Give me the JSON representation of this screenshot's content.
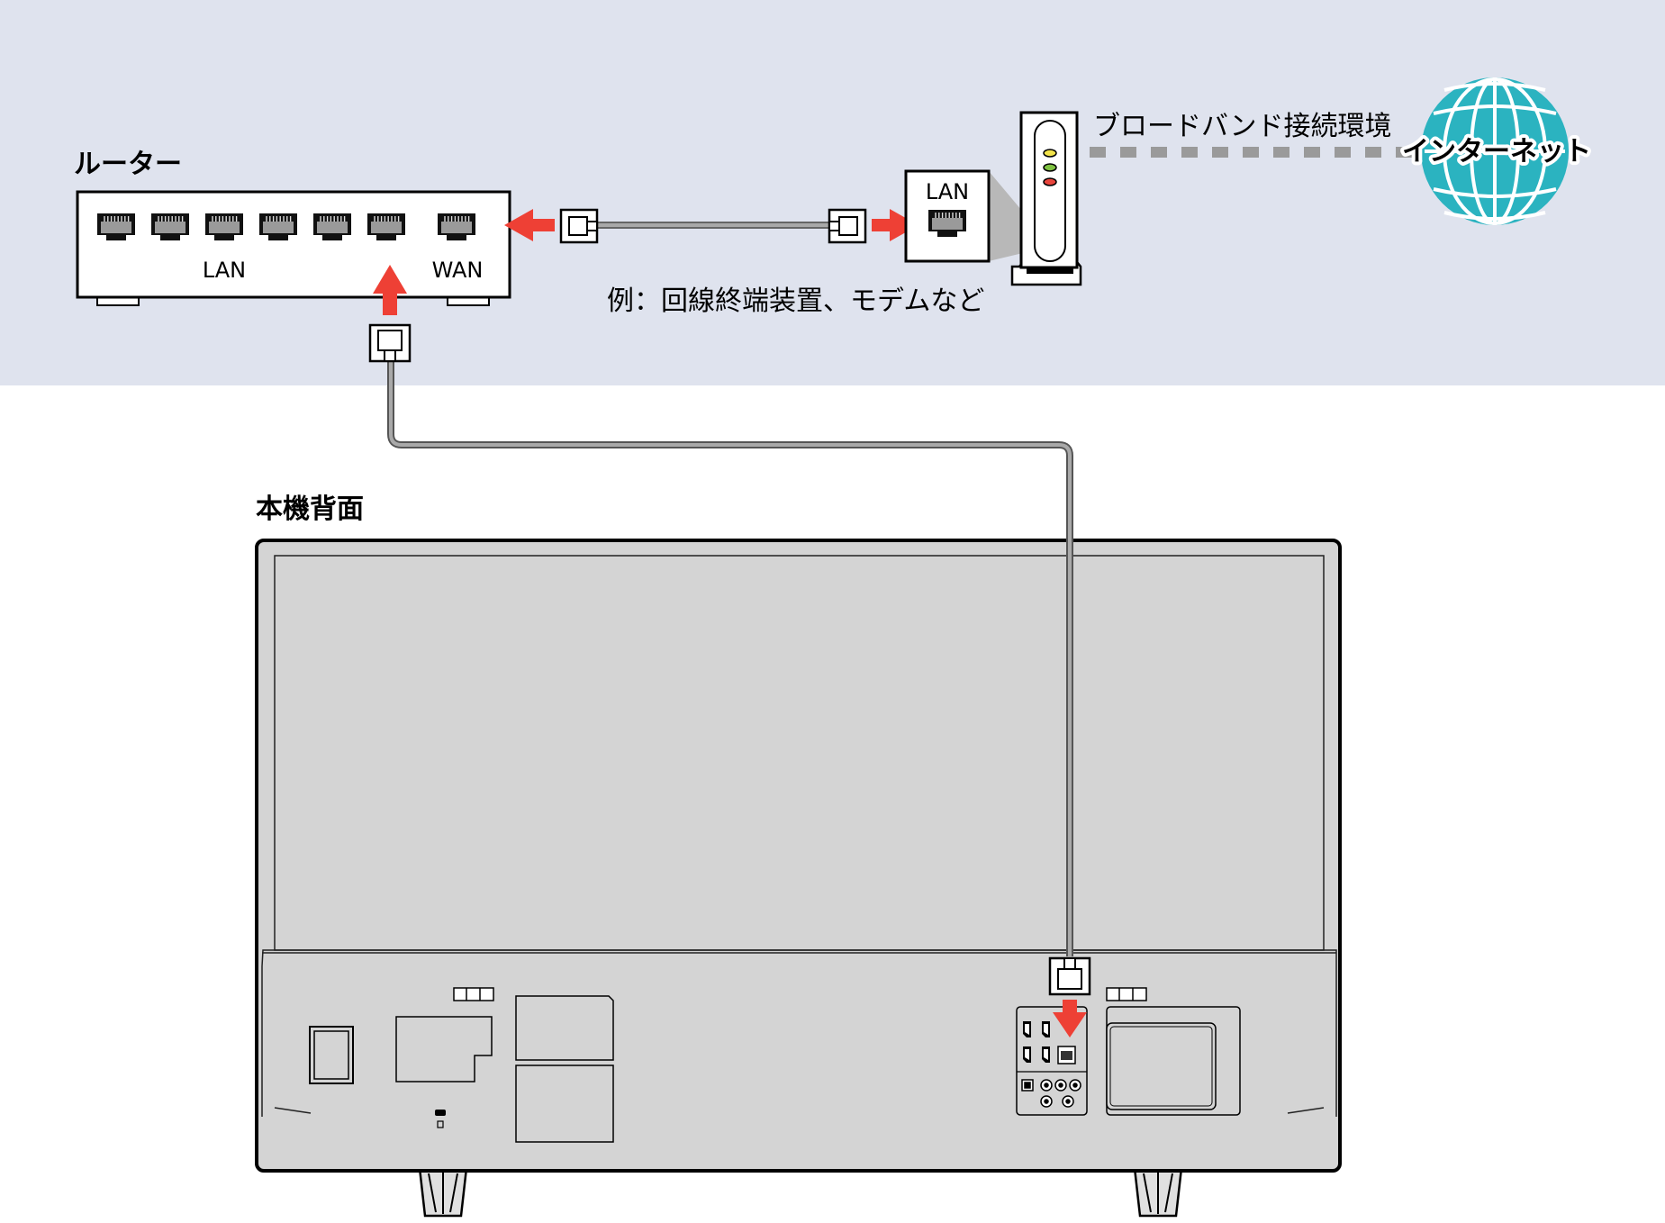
{
  "router": {
    "title": "ルーター",
    "lan_label": "LAN",
    "wan_label": "WAN"
  },
  "modem": {
    "lan_label": "LAN",
    "caption": "例：回線終端装置、モデムなど"
  },
  "broadband": {
    "label": "ブロードバンド接続環境"
  },
  "internet": {
    "label": "インターネット"
  },
  "tv": {
    "title": "本機背面"
  },
  "colors": {
    "background_band": "#dfe3ee",
    "arrow": "#ee4035",
    "globe": "#2bb3c0",
    "tv_body": "#d4d4d4",
    "cable": "#8a8a8a",
    "led_yellow": "#f2e34a",
    "led_green": "#7fc241",
    "led_red": "#e8453c"
  }
}
